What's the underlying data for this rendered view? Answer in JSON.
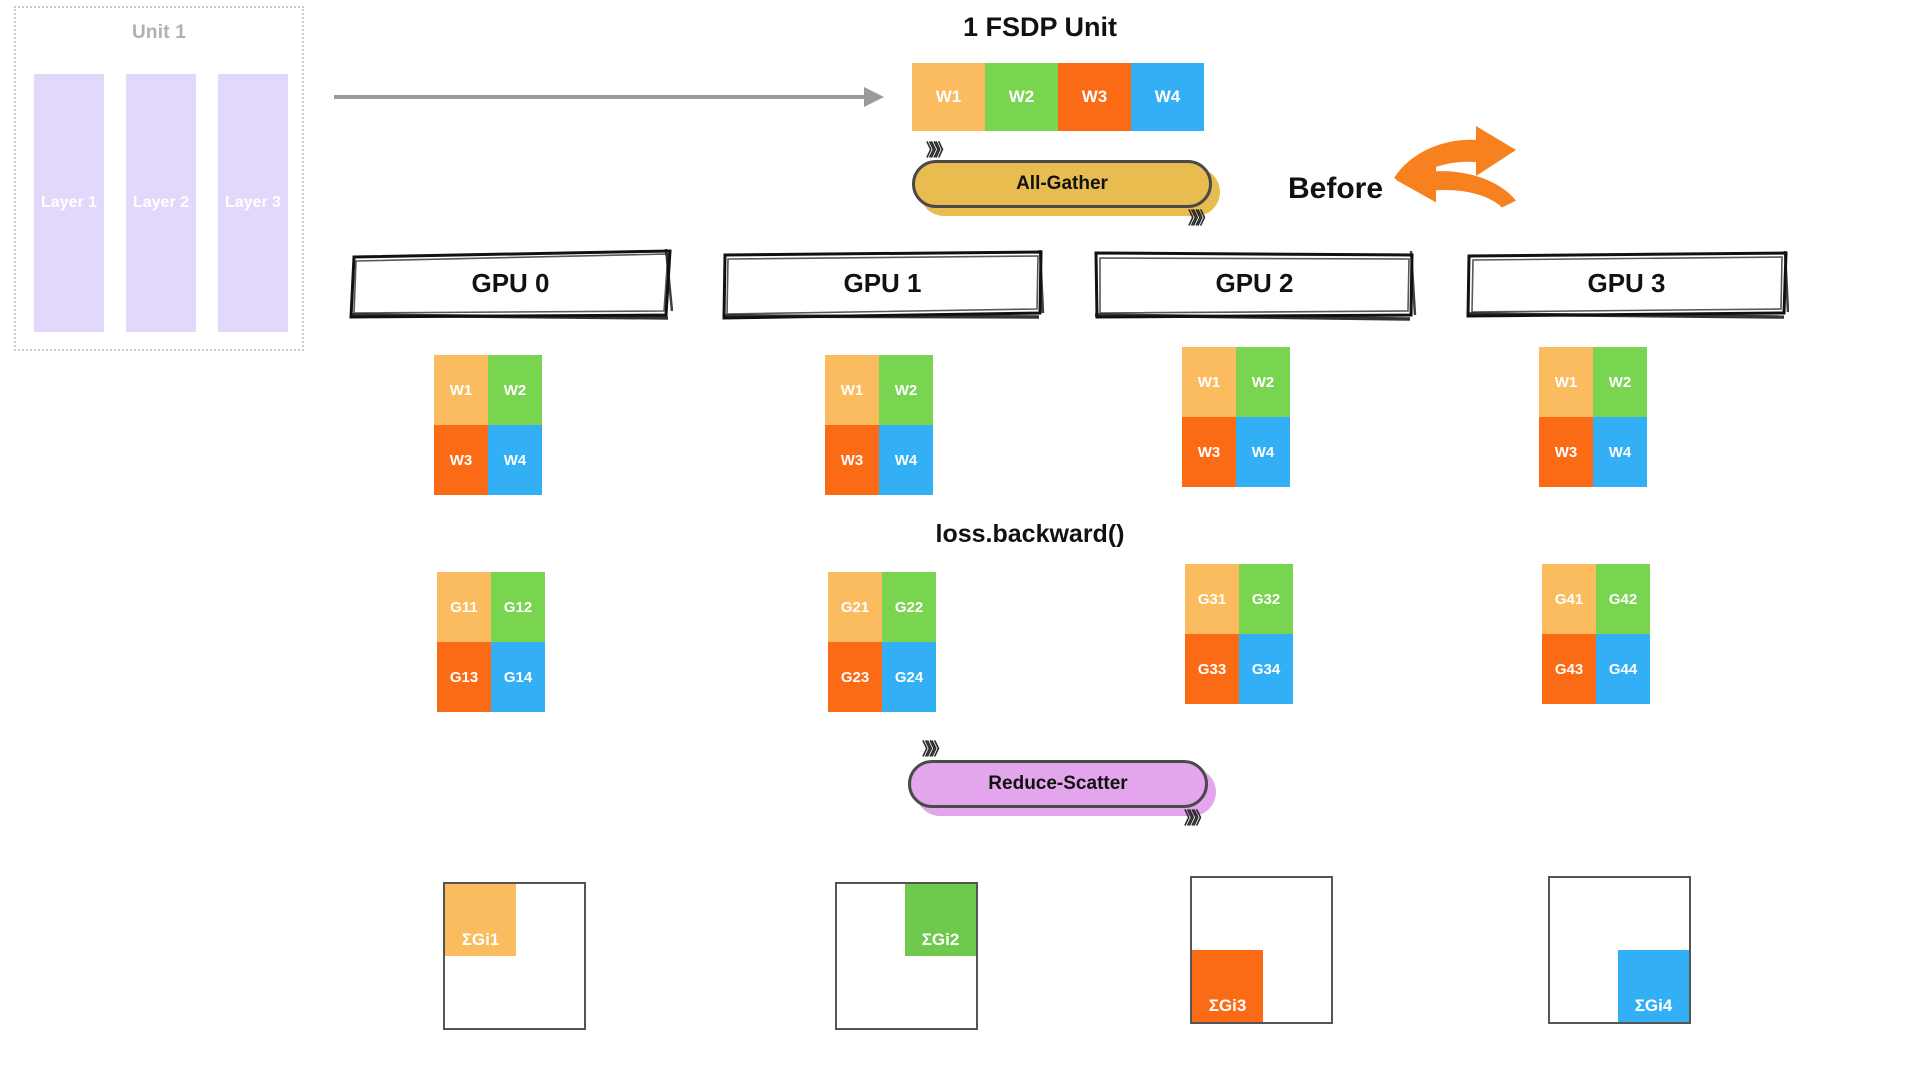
{
  "unit_panel": {
    "title": "Unit 1",
    "layers": [
      {
        "label": "Layer 1"
      },
      {
        "label": "Layer 2"
      },
      {
        "label": "Layer 3"
      }
    ]
  },
  "fsdp": {
    "title": "1 FSDP Unit",
    "shards": [
      {
        "label": "W1",
        "color": "#fabc5e"
      },
      {
        "label": "W2",
        "color": "#79d44f"
      },
      {
        "label": "W3",
        "color": "#fb6a14"
      },
      {
        "label": "W4",
        "color": "#33b0f5"
      }
    ]
  },
  "collectives": {
    "all_gather": {
      "label": "All-Gather",
      "color": "#e8bc4f",
      "chevrons": "》》》"
    },
    "reduce_scatter": {
      "label": "Reduce-Scatter",
      "color": "#e3a5ec",
      "chevrons": "》》》"
    }
  },
  "annotation": {
    "before_label": "Before",
    "swap_arrow_color": "#f7801f",
    "loss_label": "loss.backward()"
  },
  "gpus": [
    {
      "name": "GPU 0"
    },
    {
      "name": "GPU 1"
    },
    {
      "name": "GPU 2"
    },
    {
      "name": "GPU 3"
    }
  ],
  "weights": {
    "colors": {
      "w1": "#fabc5e",
      "w2": "#79d44f",
      "w3": "#fb6a14",
      "w4": "#33b0f5"
    },
    "per_gpu": [
      {
        "gpu": "GPU 0",
        "cells": [
          "W1",
          "W2",
          "W3",
          "W4"
        ]
      },
      {
        "gpu": "GPU 1",
        "cells": [
          "W1",
          "W2",
          "W3",
          "W4"
        ]
      },
      {
        "gpu": "GPU 2",
        "cells": [
          "W1",
          "W2",
          "W3",
          "W4"
        ]
      },
      {
        "gpu": "GPU 3",
        "cells": [
          "W1",
          "W2",
          "W3",
          "W4"
        ]
      }
    ]
  },
  "gradients": {
    "colors": {
      "g1": "#fabc5e",
      "g2": "#79d44f",
      "g3": "#fb6a14",
      "g4": "#33b0f5"
    },
    "per_gpu": [
      {
        "gpu": "GPU 0",
        "cells": [
          "G11",
          "G12",
          "G13",
          "G14"
        ]
      },
      {
        "gpu": "GPU 1",
        "cells": [
          "G21",
          "G22",
          "G23",
          "G24"
        ]
      },
      {
        "gpu": "GPU 2",
        "cells": [
          "G31",
          "G32",
          "G33",
          "G34"
        ]
      },
      {
        "gpu": "GPU 3",
        "cells": [
          "G41",
          "G42",
          "G43",
          "G44"
        ]
      }
    ]
  },
  "sharded_gradients": [
    {
      "gpu": "GPU 0",
      "label": "ΣGi1",
      "color": "#fabc5e",
      "position": "top-left"
    },
    {
      "gpu": "GPU 1",
      "label": "ΣGi2",
      "color": "#6ec94c",
      "position": "top-right"
    },
    {
      "gpu": "GPU 2",
      "label": "ΣGi3",
      "color": "#fb6a14",
      "position": "bottom-left"
    },
    {
      "gpu": "GPU 3",
      "label": "ΣGi4",
      "color": "#33b0f5",
      "position": "bottom-right"
    }
  ]
}
